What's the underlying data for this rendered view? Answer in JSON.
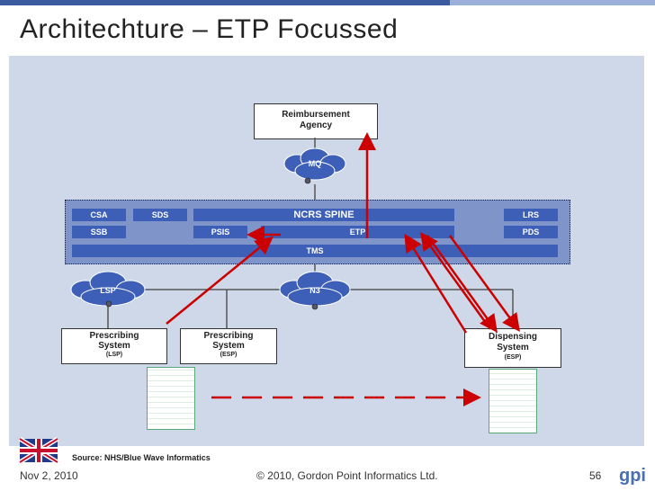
{
  "title": "Architechture – ETP Focussed",
  "colors": {
    "spine_bg": "#7f94c8",
    "cell": "#3d5fb8",
    "arrow": "#cc0000",
    "diagram_bg": "#cfd8e8"
  },
  "nodes": {
    "reimbursement": "Reimbursement Agency",
    "mq": "MQ",
    "ncrs_spine": "NCRS SPINE",
    "csa": "CSA",
    "sds": "SDS",
    "lrs": "LRS",
    "ssb": "SSB",
    "psis": "PSIS",
    "etp": "ETP",
    "pds": "PDS",
    "tms": "TMS",
    "lsp": "LSP",
    "n3": "N3",
    "presc_lsp": {
      "line1": "Prescribing",
      "line2": "System",
      "sub": "(LSP)"
    },
    "presc_esp": {
      "line1": "Prescribing",
      "line2": "System",
      "sub": "(ESP)"
    },
    "disp_esp": {
      "line1": "Dispensing",
      "line2": "System",
      "sub": "(ESP)"
    }
  },
  "source": "Source: NHS/Blue Wave Informatics",
  "footer": {
    "date": "Nov 2, 2010",
    "copyright": "© 2010, Gordon Point Informatics Ltd.",
    "page": "56",
    "logo": "gpi"
  }
}
